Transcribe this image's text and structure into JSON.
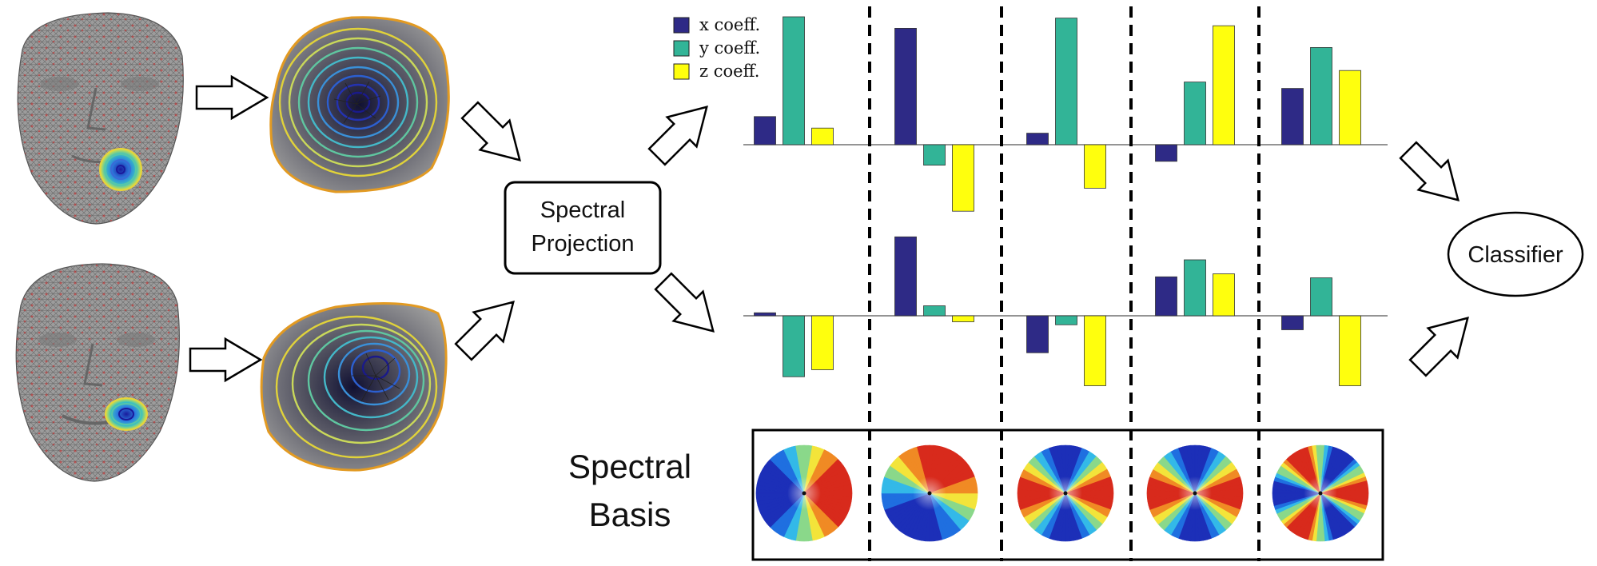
{
  "labels": {
    "projection_line1": "Spectral",
    "projection_line2": "Projection",
    "classifier": "Classifier",
    "basis_line1": "Spectral",
    "basis_line2": "Basis"
  },
  "colors": {
    "x": "#2e2a86",
    "y": "#32b497",
    "z": "#ffff0d",
    "face_mesh": "#8d8d8d",
    "landmark": "#d42a2a"
  },
  "chart_data": {
    "type": "bar",
    "legend": [
      "x coeff.",
      "y coeff.",
      "z coeff."
    ],
    "legend_position": "top-left",
    "panels": [
      {
        "groups": [
          {
            "x": 0.22,
            "y": 1.0,
            "z": 0.13
          },
          {
            "x": 0.91,
            "y": -0.16,
            "z": -0.52
          },
          {
            "x": 0.09,
            "y": 0.99,
            "z": -0.34
          },
          {
            "x": -0.13,
            "y": 0.49,
            "z": 0.93
          },
          {
            "x": 0.44,
            "y": 0.76,
            "z": 0.58
          }
        ]
      },
      {
        "groups": [
          {
            "x": 0.03,
            "y": -0.61,
            "z": -0.54
          },
          {
            "x": 0.79,
            "y": 0.1,
            "z": -0.06
          },
          {
            "x": -0.37,
            "y": -0.09,
            "z": -0.7
          },
          {
            "x": 0.39,
            "y": 0.56,
            "z": 0.42
          },
          {
            "x": -0.14,
            "y": 0.38,
            "z": -0.7
          }
        ]
      }
    ],
    "basis_patterns": [
      {
        "lobes": 1
      },
      {
        "lobes": 1
      },
      {
        "lobes": 2
      },
      {
        "lobes": 2
      },
      {
        "lobes": 3
      }
    ]
  }
}
